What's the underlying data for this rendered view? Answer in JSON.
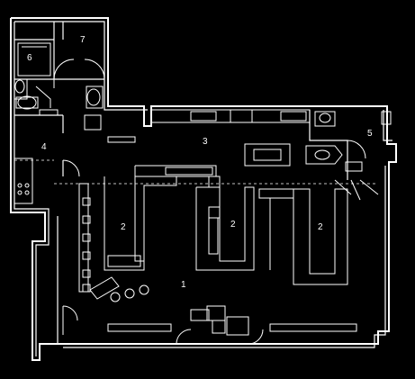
{
  "plan": {
    "rooms": [
      {
        "id": "1",
        "label": "1"
      },
      {
        "id": "2a",
        "label": "2"
      },
      {
        "id": "2b",
        "label": "2"
      },
      {
        "id": "2c",
        "label": "2"
      },
      {
        "id": "3",
        "label": "3"
      },
      {
        "id": "4",
        "label": "4"
      },
      {
        "id": "5",
        "label": "5"
      },
      {
        "id": "6",
        "label": "6"
      },
      {
        "id": "7",
        "label": "7"
      }
    ],
    "colors": {
      "background": "#000000",
      "lines": "#ffffff"
    }
  }
}
